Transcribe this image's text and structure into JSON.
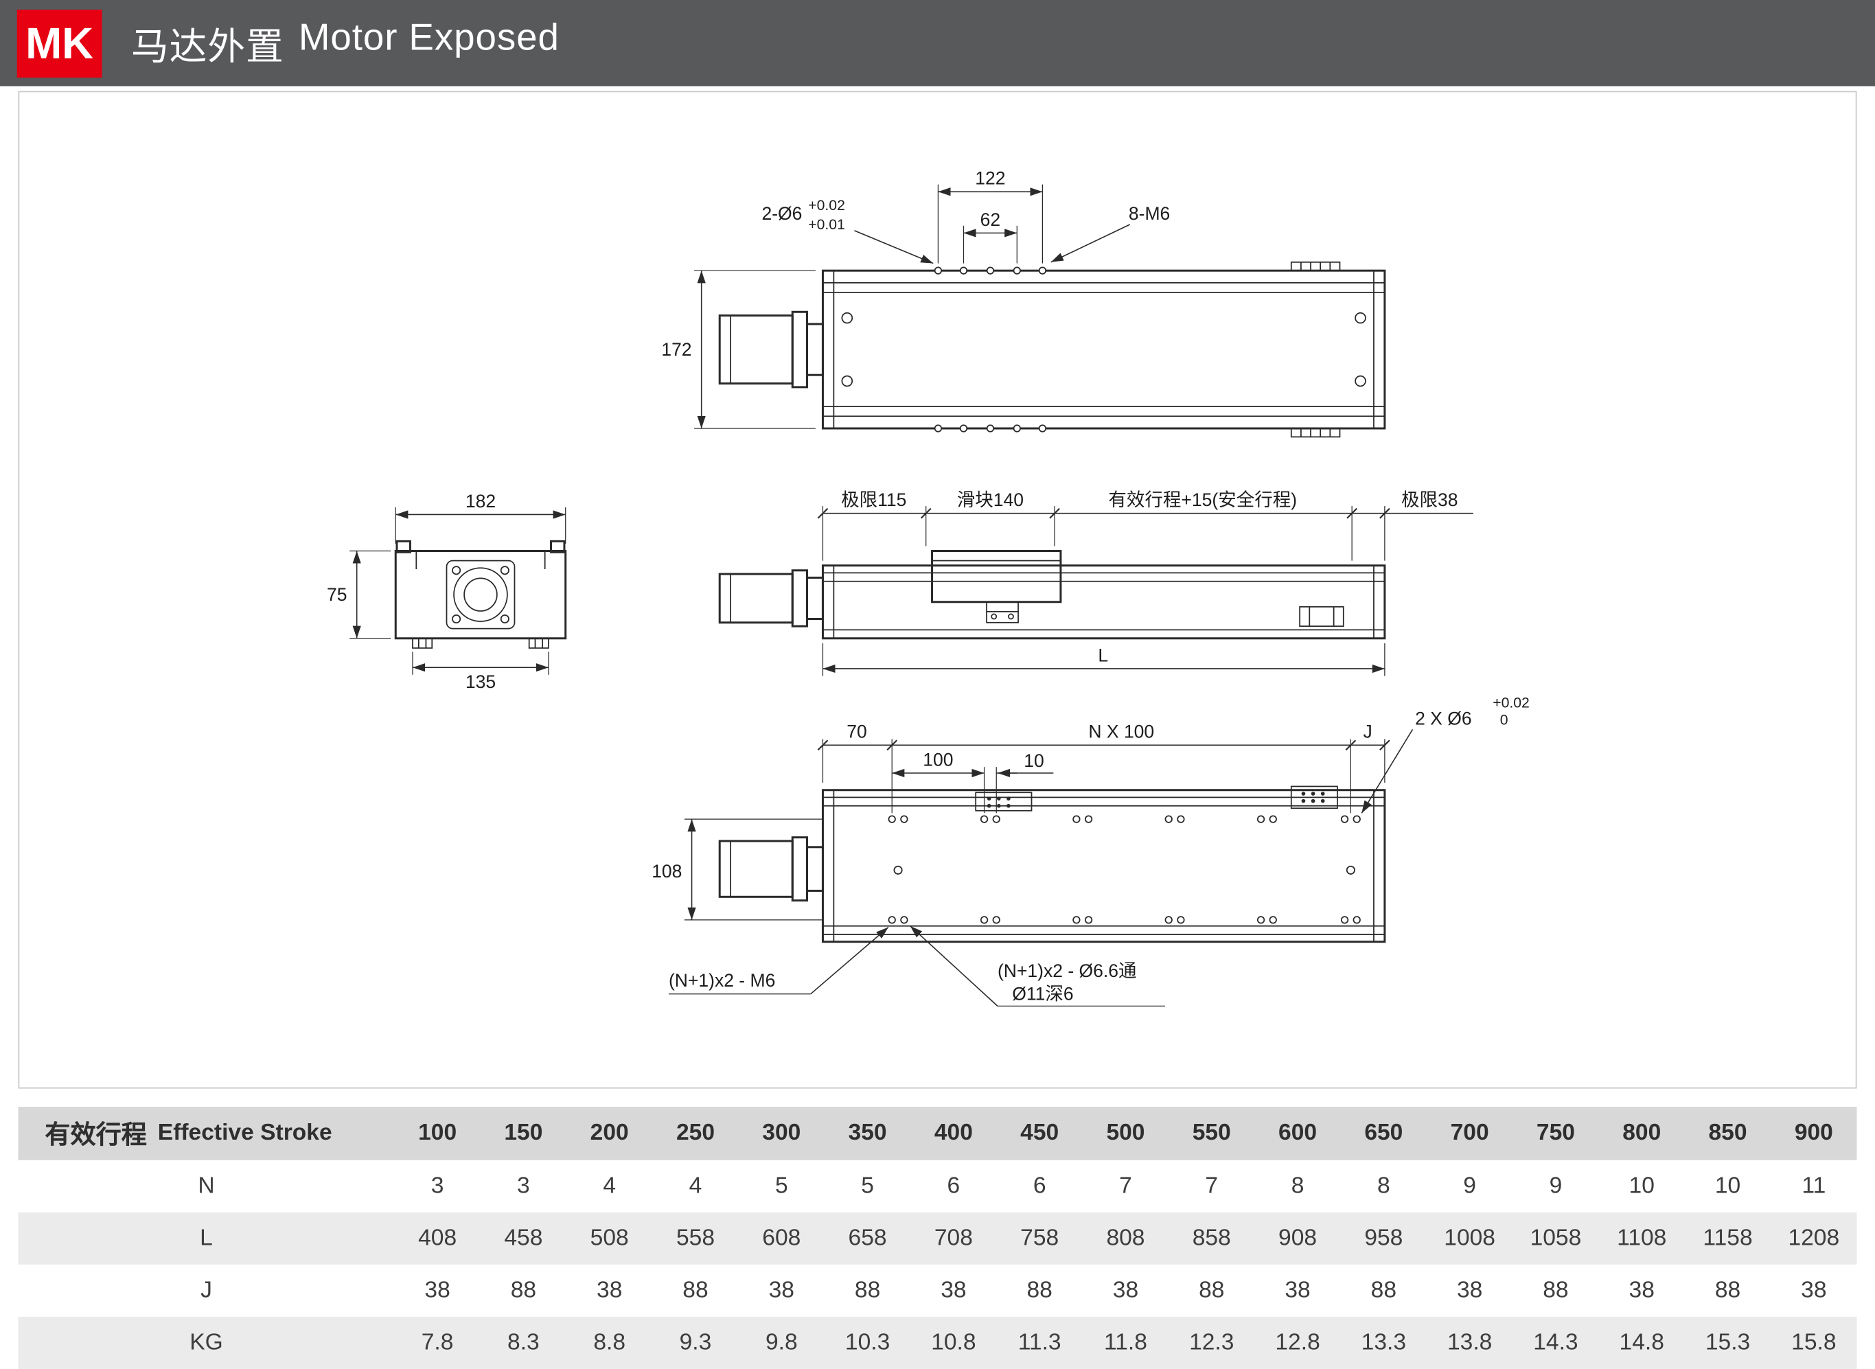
{
  "header": {
    "badge": "MK",
    "title_zh": "马达外置",
    "title_en": "Motor Exposed"
  },
  "drawing": {
    "top_view": {
      "dim_width": "122",
      "dim_inner": "62",
      "hole_label": "2-Ø6",
      "hole_tol_upper": "+0.02",
      "hole_tol_lower": "+0.01",
      "thread_label": "8-M6",
      "dim_height": "172"
    },
    "section_view": {
      "dim_width": "182",
      "dim_height": "75",
      "dim_base": "135"
    },
    "side_view": {
      "limit_left": "极限115",
      "slider": "滑块140",
      "stroke": "有效行程+15(安全行程)",
      "limit_right": "极限38",
      "overall": "L"
    },
    "bottom_view": {
      "dim_end": "70",
      "dim_pitch": "N X 100",
      "dim_j": "J",
      "pin_label": "2 X Ø6",
      "pin_tol_upper": "+0.02",
      "pin_tol_lower": "0",
      "dim_100": "100",
      "dim_10": "10",
      "dim_rows": "108",
      "label_m6": "(N+1)x2 - M6",
      "label_through": "(N+1)x2 - Ø6.6通",
      "label_counterbore": "Ø11深6"
    }
  },
  "table": {
    "header_zh": "有效行程",
    "header_en": "Effective Stroke",
    "strokes": [
      "100",
      "150",
      "200",
      "250",
      "300",
      "350",
      "400",
      "450",
      "500",
      "550",
      "600",
      "650",
      "700",
      "750",
      "800",
      "850",
      "900"
    ],
    "rows": [
      {
        "label": "N",
        "values": [
          "3",
          "3",
          "4",
          "4",
          "5",
          "5",
          "6",
          "6",
          "7",
          "7",
          "8",
          "8",
          "9",
          "9",
          "10",
          "10",
          "11"
        ]
      },
      {
        "label": "L",
        "values": [
          "408",
          "458",
          "508",
          "558",
          "608",
          "658",
          "708",
          "758",
          "808",
          "858",
          "908",
          "958",
          "1008",
          "1058",
          "1108",
          "1158",
          "1208"
        ]
      },
      {
        "label": "J",
        "values": [
          "38",
          "88",
          "38",
          "88",
          "38",
          "88",
          "38",
          "88",
          "38",
          "88",
          "38",
          "88",
          "38",
          "88",
          "38",
          "88",
          "38"
        ]
      },
      {
        "label": "KG",
        "values": [
          "7.8",
          "8.3",
          "8.8",
          "9.3",
          "9.8",
          "10.3",
          "10.8",
          "11.3",
          "11.8",
          "12.3",
          "12.8",
          "13.3",
          "13.8",
          "14.3",
          "14.8",
          "15.3",
          "15.8"
        ]
      }
    ]
  }
}
